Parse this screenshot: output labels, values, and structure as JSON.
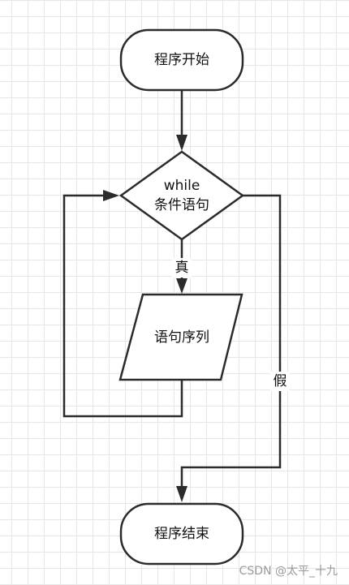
{
  "nodes": {
    "start": "程序开始",
    "condition_keyword": "while",
    "condition_text": "条件语句",
    "body": "语句序列",
    "end": "程序结束"
  },
  "edges": {
    "true_label": "真",
    "false_label": "假"
  },
  "watermark": "CSDN @太平_十九"
}
